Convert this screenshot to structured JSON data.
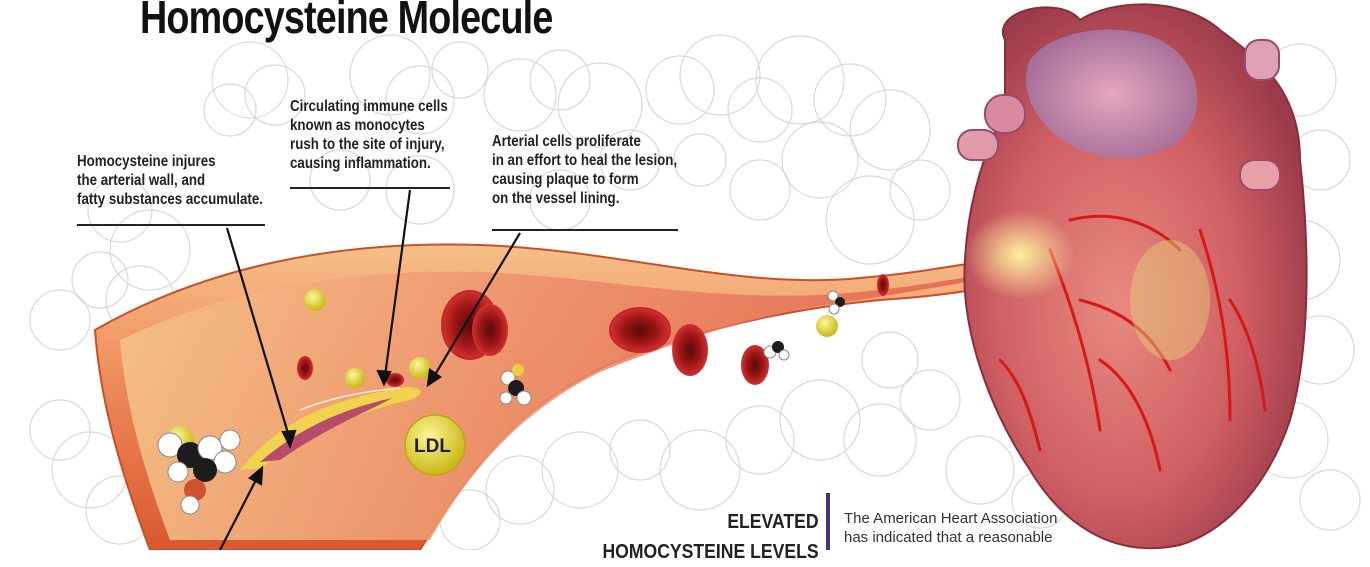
{
  "title": "Homocysteine Molecule",
  "callouts": {
    "injury": {
      "lines": [
        "Homocysteine injures",
        "the arterial wall, and",
        "fatty substances accumulate."
      ]
    },
    "monocytes": {
      "lines": [
        "Circulating immune cells",
        "known as monocytes",
        "rush to the site of injury,",
        "causing inflammation."
      ]
    },
    "proliferate": {
      "lines": [
        "Arterial cells proliferate",
        "in an effort to heal the lesion,",
        "causing plaque to form",
        "on the vessel lining."
      ]
    }
  },
  "ldl_label": "LDL",
  "sidebar": {
    "heading_lines": [
      "ELEVATED",
      "HOMOCYSTEINE LEVELS"
    ],
    "text_lines": [
      "The American Heart Association",
      "has indicated that a reasonable"
    ]
  },
  "colors": {
    "vessel_wall": "#f0a06a",
    "vessel_inner": "#e8745a",
    "heart": "#d46a6a",
    "blood_cell": "#b01818",
    "ldl": "#e4d630",
    "accent_bar": "#3a3a7a"
  }
}
